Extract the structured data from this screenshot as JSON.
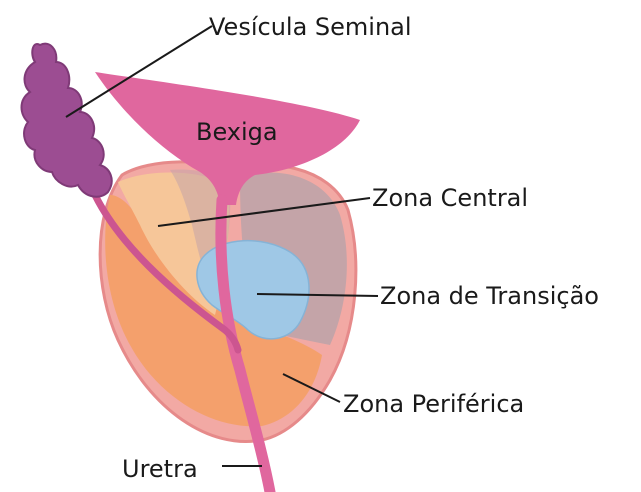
{
  "labels": {
    "seminal_vesicle": "Vesícula Seminal",
    "bladder": "Bexiga",
    "central_zone": "Zona Central",
    "transition_zone": "Zona de Transição",
    "peripheral_zone": "Zona Periférica",
    "urethra": "Uretra"
  },
  "colors": {
    "capsule": "#f2a9a4",
    "peripheral_zone": "#f4a06c",
    "central_zone": "#f6c699",
    "gray_region": "#c4a4a8",
    "transition_zone": "#9fc8e6",
    "bladder": "#e0679e",
    "urethra": "#e0679e",
    "seminal_vesicle": "#9c4d92",
    "leader_lines": "#1a1a1a"
  }
}
